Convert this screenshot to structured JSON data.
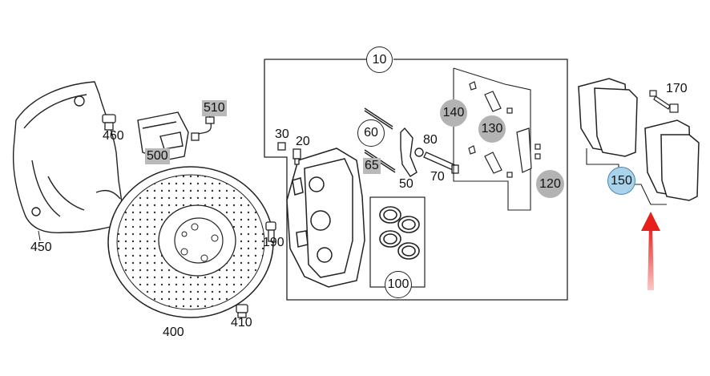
{
  "diagram": {
    "labels": {
      "p10": "10",
      "p20": "20",
      "p30": "30",
      "p50": "50",
      "p60": "60",
      "p65": "65",
      "p70": "70",
      "p80": "80",
      "p100": "100",
      "p120": "120",
      "p130": "130",
      "p140": "140",
      "p150": "150",
      "p170": "170",
      "p190": "190",
      "p400": "400",
      "p410": "410",
      "p450": "450",
      "p460": "460",
      "p500": "500",
      "p510": "510"
    },
    "highlight_color": "#a9d3ea",
    "marker_gray": "#b3b3b3",
    "arrow_color": "#e8201c"
  }
}
